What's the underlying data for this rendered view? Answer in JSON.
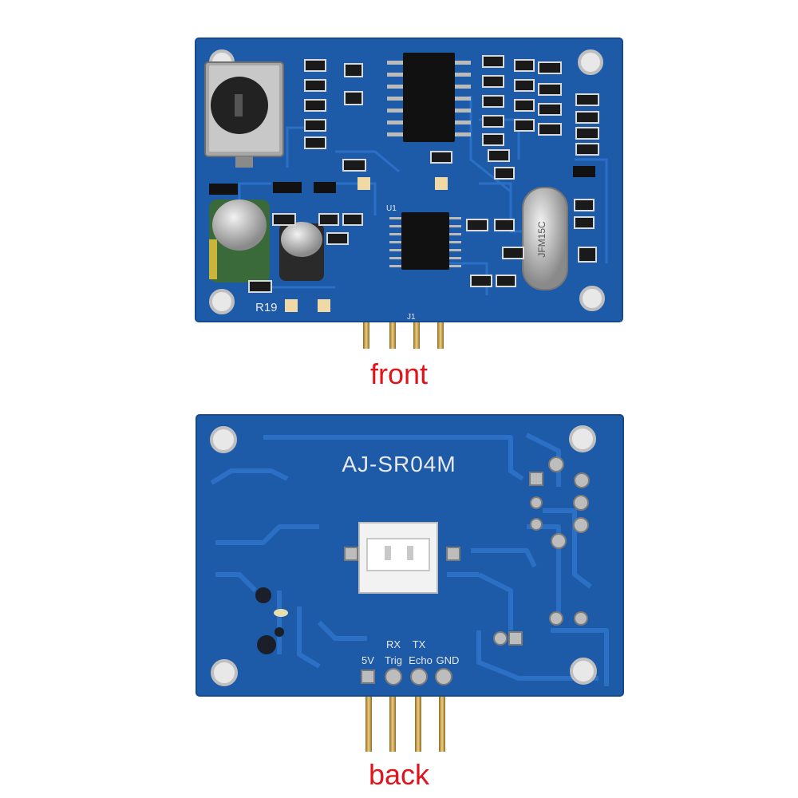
{
  "front": {
    "caption": "front",
    "silkscreen": {
      "r19": "R19",
      "u1": "U1",
      "j1": "J1",
      "crystal": "JFM15C"
    }
  },
  "back": {
    "caption": "back",
    "model": "AJ-SR04M",
    "pin_labels_top": [
      "RX",
      "TX"
    ],
    "pin_labels_bottom": [
      "5V",
      "Trig",
      "Echo",
      "GND"
    ]
  },
  "colors": {
    "pcb": "#1d5aa8",
    "trace": "#2a6cc0",
    "caption": "#e0141b",
    "pin": "#c9a24a"
  }
}
